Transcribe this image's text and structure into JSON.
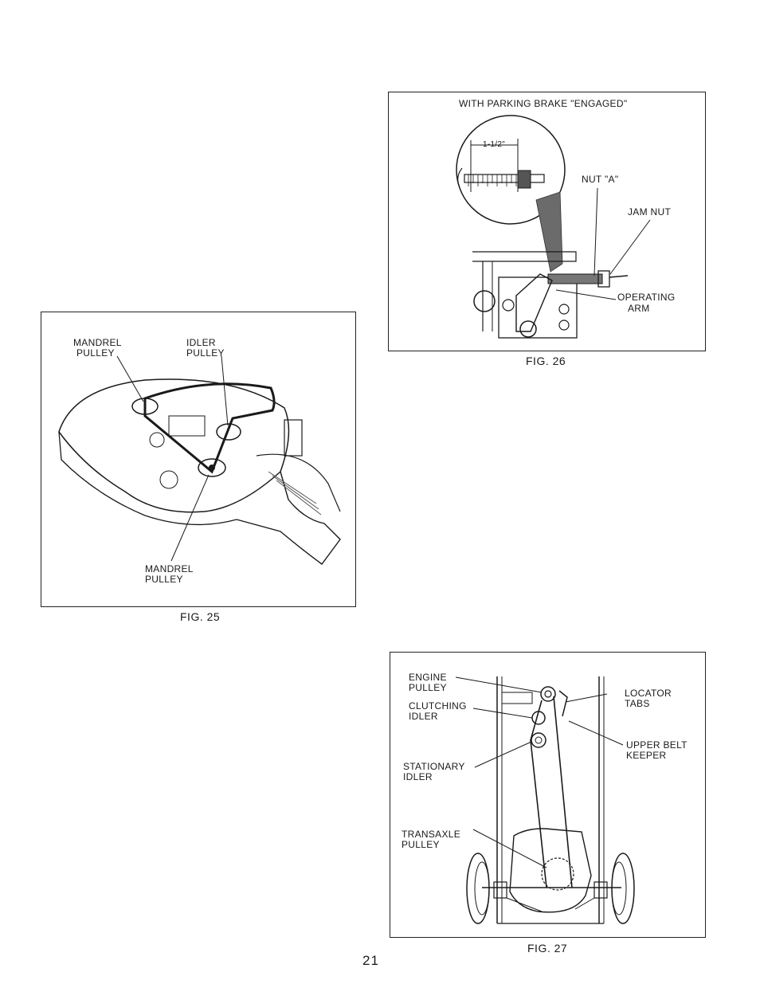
{
  "page_number": "21",
  "fig25": {
    "caption": "FIG. 25",
    "label_mandrel_top": "MANDREL",
    "label_mandrel_top_2": "PULLEY",
    "label_idler": "IDLER",
    "label_idler_2": "PULLEY",
    "label_mandrel_bottom": "MANDREL",
    "label_mandrel_bottom_2": "PULLEY"
  },
  "fig26": {
    "caption": "FIG. 26",
    "header": "WITH PARKING BRAKE \"ENGAGED\"",
    "dimension": "1-1/2\"",
    "label_nut_a": "NUT \"A\"",
    "label_jam_nut": "JAM NUT",
    "label_operating": "OPERATING",
    "label_operating_2": "ARM"
  },
  "fig27": {
    "caption": "FIG. 27",
    "label_engine": "ENGINE",
    "label_engine_2": "PULLEY",
    "label_clutching": "CLUTCHING",
    "label_clutching_2": "IDLER",
    "label_stationary": "STATIONARY",
    "label_stationary_2": "IDLER",
    "label_transaxle": "TRANSAXLE",
    "label_transaxle_2": "PULLEY",
    "label_locator": "LOCATOR",
    "label_locator_2": "TABS",
    "label_keeper": "UPPER BELT",
    "label_keeper_2": "KEEPER"
  }
}
